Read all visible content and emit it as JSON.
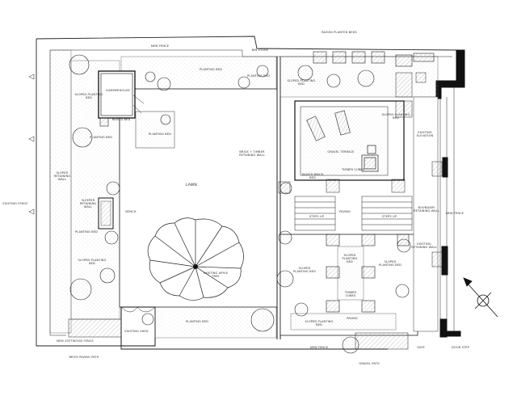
{
  "colors": {
    "ink": "#222222",
    "paper": "#ffffff",
    "wall": "#111111",
    "hatch": "#9a9a9a"
  },
  "labels": {
    "new_fence_top": "New fence",
    "new_fence_right": "New fence",
    "new_fence_bottom_left": "New softwood fence",
    "new_fence_bottom": "New fence",
    "existing_fence_left": "Existing fence",
    "summerhouse": "Summerhouse",
    "raised_bed_summerhouse": "Raised bed",
    "planting_bed_top": "Planting bed",
    "planting_bed_left": "Planting bed",
    "planting_bed_left2": "Planting bed",
    "planting_bed_upper": "Planting bed",
    "sloped_planting_left": "Sloped planting bed",
    "brick_retaining_wall_left": "Sloped retaining wall",
    "sloped_planting_lower": "Sloped planting bed",
    "sleeper_retaining": "Sleeper retaining wall",
    "bench": "Bench",
    "lawn": "Lawn",
    "existing_apple_tree": "Existing apple tree",
    "existing_shed": "Existing shed",
    "planting_bed_bottom": "Planting bed",
    "planting_bed_bottom2": "Planting bed",
    "brick_paver_wall": "Brick + timber retaining wall",
    "sloped_planting_top_right": "Sloped planting bed",
    "raised_planters_top": "Raised planted beds",
    "raised_brick_bed": "Raised brick bed",
    "gravel_terrace": "Gravel terrace",
    "timber_cubes": "Timber cubes",
    "paving": "Paving",
    "steps_left": "Steps up",
    "steps_right": "Steps up",
    "existing_elevation": "Existing elevation",
    "boundary_retaining_wall": "Boundary retaining wall",
    "sloped_planting_right": "Sloped planting bed",
    "existing_retaining_wall": "Existing retaining wall",
    "sleeper_planting_centre": "Sloped planting bed",
    "sloped_planting_left_lower": "Sloped planting bed",
    "sloped_planting_right_lower": "Sloped planting bed",
    "timber_cubes_lower": "Timber cubes",
    "sloped_planting_bottom": "Sloped planting bed",
    "paving_bottom": "Paving",
    "bin_store": "Bin store",
    "existing_gate": "Gate",
    "doorstep": "Door step",
    "pavers_bottom_left": "Brick paving path",
    "gravel_path_bottom_right": "Gravel path"
  }
}
